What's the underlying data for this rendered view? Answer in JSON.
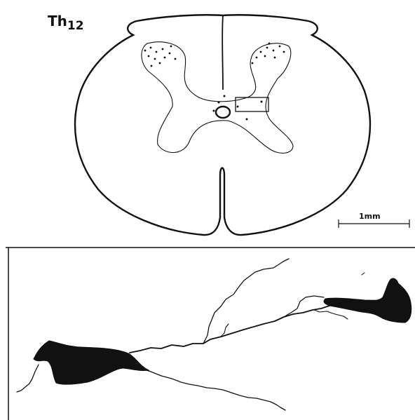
{
  "figure": {
    "segment_label": "Th",
    "segment_number": "12",
    "scale_bar_label": "1mm"
  },
  "colors": {
    "ink": "#111111",
    "paper": "#ffffff"
  }
}
